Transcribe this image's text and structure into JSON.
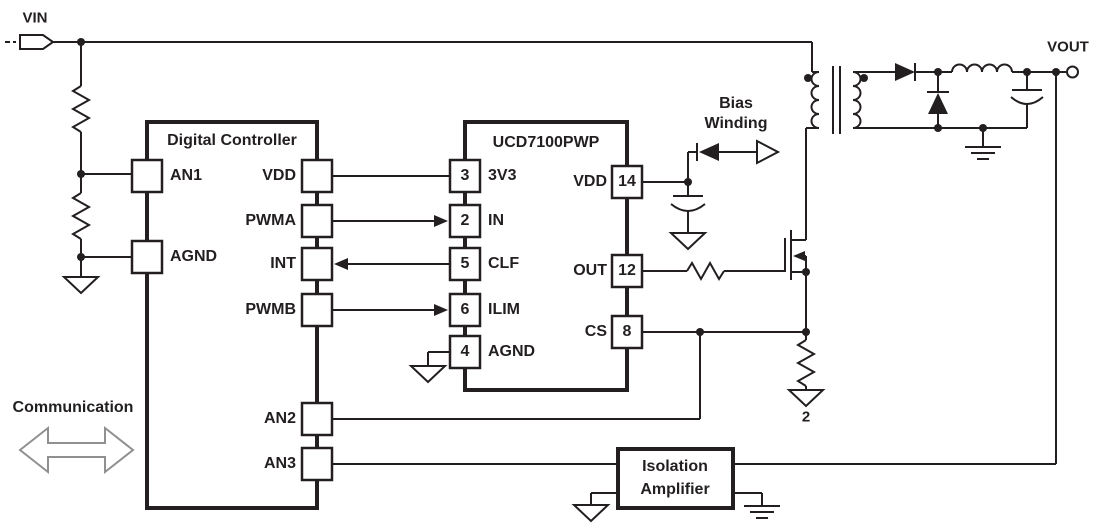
{
  "terminals": {
    "vin": "VIN",
    "vout": "VOUT"
  },
  "communication_label": "Communication",
  "bias_winding": {
    "line1": "Bias",
    "line2": "Winding"
  },
  "digital_controller": {
    "title": "Digital Controller",
    "pins": {
      "an1": "AN1",
      "agnd": "AGND",
      "vdd": "VDD",
      "pwma": "PWMA",
      "int": "INT",
      "pwmb": "PWMB",
      "an2": "AN2",
      "an3": "AN3"
    }
  },
  "ucd": {
    "title": "UCD7100PWP",
    "left_pins": [
      {
        "num": "3",
        "label": "3V3"
      },
      {
        "num": "2",
        "label": "IN"
      },
      {
        "num": "5",
        "label": "CLF"
      },
      {
        "num": "6",
        "label": "ILIM"
      },
      {
        "num": "4",
        "label": "AGND"
      }
    ],
    "right_pins": [
      {
        "num": "14",
        "label": "VDD"
      },
      {
        "num": "12",
        "label": "OUT"
      },
      {
        "num": "8",
        "label": "CS"
      }
    ]
  },
  "isolation_amplifier": {
    "line1": "Isolation",
    "line2": "Amplifier"
  },
  "annotations": {
    "sense_resistor": "2"
  },
  "colors": {
    "line": "#231f20",
    "background": "#ffffff",
    "comm_arrow": "#909090"
  }
}
